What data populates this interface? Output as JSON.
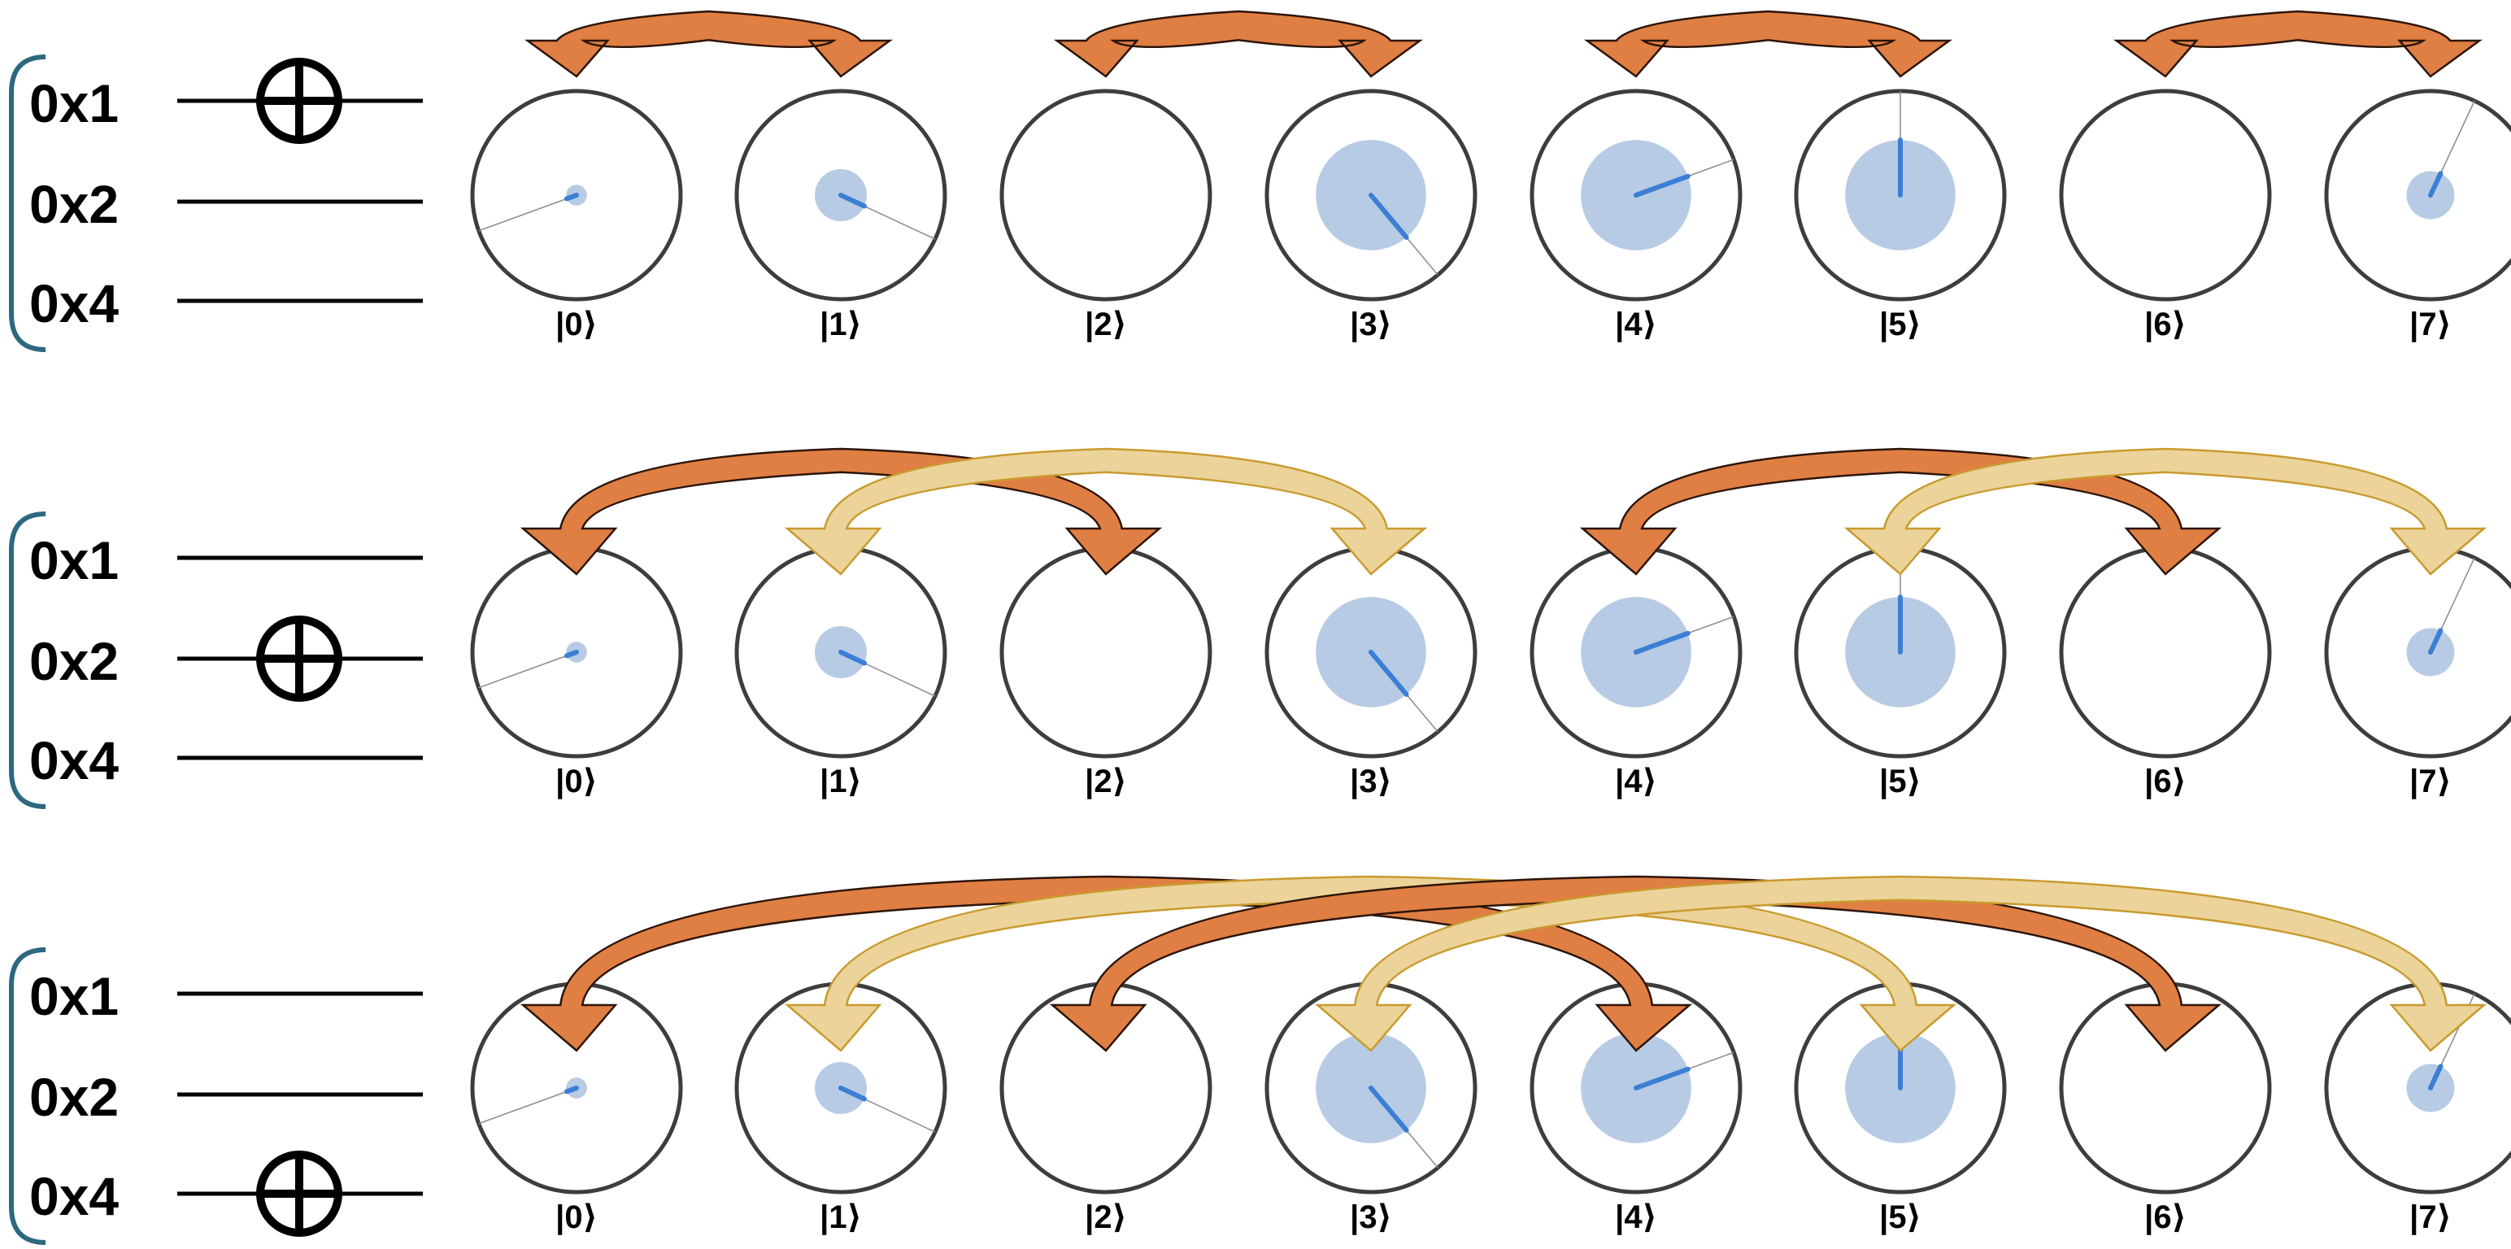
{
  "colors": {
    "arrow_primary": "#e07f43",
    "arrow_primary_stroke": "#2b1408",
    "arrow_secondary": "#ebd39a",
    "arrow_secondary_stroke": "#c99a2e",
    "circle_stroke": "#3d3d3d",
    "amplitude_fill": "#b8cbe4",
    "phase_line": "#3b7fd4",
    "bracket": "#2d6880"
  },
  "panels": [
    {
      "id": "cnot-0x1",
      "qubits": [
        "0x1",
        "0x2",
        "0x4"
      ],
      "target_qubit_index": 0,
      "states": [
        {
          "label": "|0⟩",
          "magnitude": 0.1,
          "phase_deg": 250
        },
        {
          "label": "|1⟩",
          "magnitude": 0.25,
          "phase_deg": 115
        },
        {
          "label": "|2⟩",
          "magnitude": 0.0,
          "phase_deg": 0
        },
        {
          "label": "|3⟩",
          "magnitude": 0.53,
          "phase_deg": 140
        },
        {
          "label": "|4⟩",
          "magnitude": 0.53,
          "phase_deg": 70
        },
        {
          "label": "|5⟩",
          "magnitude": 0.53,
          "phase_deg": 0
        },
        {
          "label": "|6⟩",
          "magnitude": 0.0,
          "phase_deg": 0
        },
        {
          "label": "|7⟩",
          "magnitude": 0.23,
          "phase_deg": 25
        }
      ],
      "swaps": [
        {
          "from": 0,
          "to": 1,
          "style": "primary"
        },
        {
          "from": 2,
          "to": 3,
          "style": "primary"
        },
        {
          "from": 4,
          "to": 5,
          "style": "primary"
        },
        {
          "from": 6,
          "to": 7,
          "style": "primary"
        }
      ]
    },
    {
      "id": "cnot-0x2",
      "qubits": [
        "0x1",
        "0x2",
        "0x4"
      ],
      "target_qubit_index": 1,
      "states": [
        {
          "label": "|0⟩",
          "magnitude": 0.1,
          "phase_deg": 250
        },
        {
          "label": "|1⟩",
          "magnitude": 0.25,
          "phase_deg": 115
        },
        {
          "label": "|2⟩",
          "magnitude": 0.0,
          "phase_deg": 0
        },
        {
          "label": "|3⟩",
          "magnitude": 0.53,
          "phase_deg": 140
        },
        {
          "label": "|4⟩",
          "magnitude": 0.53,
          "phase_deg": 70
        },
        {
          "label": "|5⟩",
          "magnitude": 0.53,
          "phase_deg": 0
        },
        {
          "label": "|6⟩",
          "magnitude": 0.0,
          "phase_deg": 0
        },
        {
          "label": "|7⟩",
          "magnitude": 0.23,
          "phase_deg": 25
        }
      ],
      "swaps": [
        {
          "from": 0,
          "to": 2,
          "style": "primary"
        },
        {
          "from": 1,
          "to": 3,
          "style": "secondary"
        },
        {
          "from": 4,
          "to": 6,
          "style": "primary"
        },
        {
          "from": 5,
          "to": 7,
          "style": "secondary"
        }
      ]
    },
    {
      "id": "cnot-0x4",
      "qubits": [
        "0x1",
        "0x2",
        "0x4"
      ],
      "target_qubit_index": 2,
      "states": [
        {
          "label": "|0⟩",
          "magnitude": 0.1,
          "phase_deg": 250
        },
        {
          "label": "|1⟩",
          "magnitude": 0.25,
          "phase_deg": 115
        },
        {
          "label": "|2⟩",
          "magnitude": 0.0,
          "phase_deg": 0
        },
        {
          "label": "|3⟩",
          "magnitude": 0.53,
          "phase_deg": 140
        },
        {
          "label": "|4⟩",
          "magnitude": 0.53,
          "phase_deg": 70
        },
        {
          "label": "|5⟩",
          "magnitude": 0.53,
          "phase_deg": 0
        },
        {
          "label": "|6⟩",
          "magnitude": 0.0,
          "phase_deg": 0
        },
        {
          "label": "|7⟩",
          "magnitude": 0.23,
          "phase_deg": 25
        }
      ],
      "swaps": [
        {
          "from": 0,
          "to": 4,
          "style": "primary"
        },
        {
          "from": 1,
          "to": 5,
          "style": "secondary"
        },
        {
          "from": 2,
          "to": 6,
          "style": "primary"
        },
        {
          "from": 3,
          "to": 7,
          "style": "secondary"
        }
      ]
    }
  ]
}
